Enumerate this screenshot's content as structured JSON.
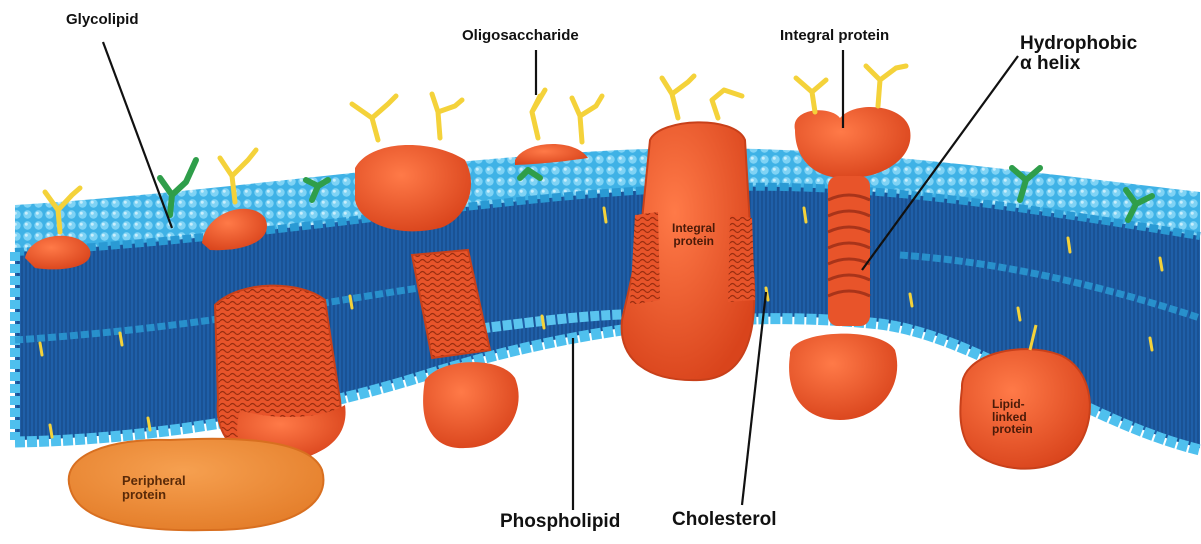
{
  "labels": {
    "glycolipid": "Glycolipid",
    "oligosaccharide": "Oligosaccharide",
    "integral_protein_top": "Integral protein",
    "hydrophobic_line1": "Hydrophobic",
    "hydrophobic_line2": "α helix",
    "integral_protein_inner_line1": "Integral",
    "integral_protein_inner_line2": "protein",
    "peripheral_line1": "Peripheral",
    "peripheral_line2": "protein",
    "phospholipid": "Phospholipid",
    "cholesterol": "Cholesterol",
    "lipid_linked_line1": "Lipid-",
    "lipid_linked_line2": "linked",
    "lipid_linked_line3": "protein"
  },
  "colors": {
    "membrane_head": "#2aa8e0",
    "membrane_head_light": "#7fd3f5",
    "membrane_core": "#1f5fa8",
    "membrane_core_dark": "#184c8c",
    "protein": "#ee5a2a",
    "protein_dark": "#c8401a",
    "peripheral": "#f08a3a",
    "sugar_yellow": "#f4d23a",
    "sugar_green": "#2f9e4a",
    "cholesterol": "#f4d23a",
    "leader_line": "#111111"
  }
}
